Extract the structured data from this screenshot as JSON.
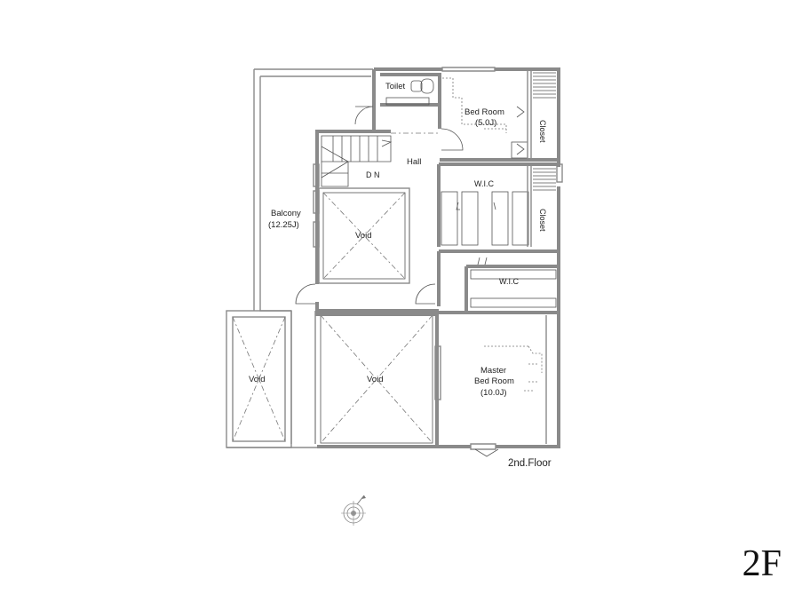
{
  "rooms": {
    "toilet": "Toilet",
    "bedroom_name": "Bed Room",
    "bedroom_size": "(5.0J)",
    "closet_top": "Closet",
    "closet_mid": "Closet",
    "hall": "Hall",
    "dn": "D N",
    "wic_top": "W.I.C",
    "wic_mid": "W.I.C",
    "balcony_name": "Balcony",
    "balcony_size": "(12.25J)",
    "void_center": "Void",
    "void_left": "Void",
    "void_bottom": "Void",
    "master_line1": "Master",
    "master_line2": "Bed Room",
    "master_size": "(10.0J)"
  },
  "floor_label": "2nd.Floor",
  "floor_tag": "2F",
  "compass_icon": "compass-icon"
}
